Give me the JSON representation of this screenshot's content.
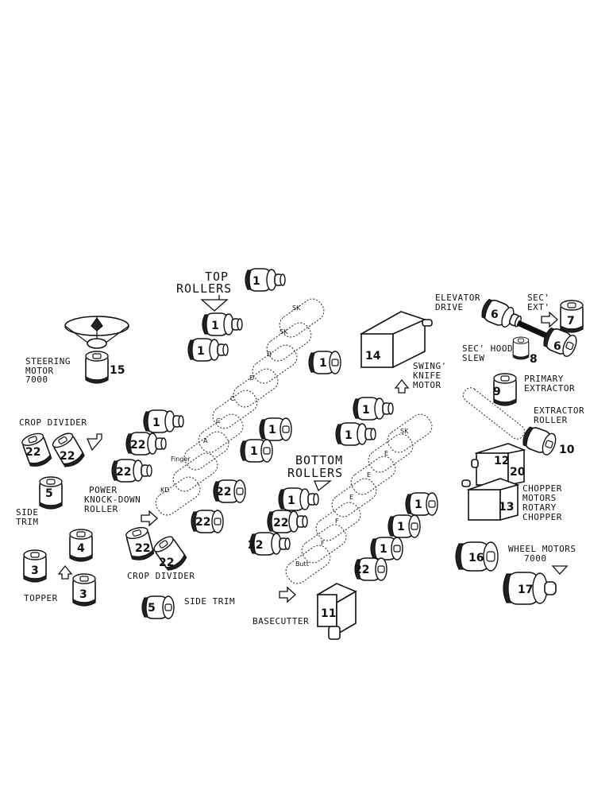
{
  "labels": {
    "top_rollers_1": "TOP",
    "top_rollers_2": "ROLLERS",
    "bottom_rollers_1": "BOTTOM",
    "bottom_rollers_2": "ROLLERS",
    "steering_1": "STEERING",
    "steering_2": "MOTOR",
    "steering_3": "7000",
    "crop_divider_top": "CROP DIVIDER",
    "crop_divider_bottom": "CROP DIVIDER",
    "side_trim_1": "SIDE",
    "side_trim_2": "TRIM",
    "side_trim_bottom": "SIDE TRIM",
    "power_kd_1": "POWER",
    "power_kd_2": "KNOCK-DOWN",
    "power_kd_3": "ROLLER",
    "topper": "TOPPER",
    "basecutter": "BASECUTTER",
    "elevator_1": "ELEVATOR",
    "elevator_2": "DRIVE",
    "sec_ext_1": "SEC'",
    "sec_ext_2": "EXT'",
    "sec_hood_1": "SEC' HOOD",
    "sec_hood_2": "SLEW",
    "primary_1": "PRIMARY",
    "primary_2": "EXTRACTOR",
    "extractor_roller_1": "EXTRACTOR",
    "extractor_roller_2": "ROLLER",
    "swing_1": "SWING'",
    "swing_2": "KNIFE",
    "swing_3": "MOTOR",
    "chopper_1": "CHOPPER",
    "chopper_2": "MOTORS",
    "chopper_3": "ROTARY",
    "chopper_4": "CHOPPER",
    "wheel_1": "WHEEL MOTORS",
    "wheel_2": "7000"
  },
  "roller_labels": {
    "sk1": "SK",
    "sk2": "SK",
    "d1": "D",
    "d2": "D",
    "c1": "C",
    "c2": "C",
    "a": "A",
    "finger": "Finger",
    "kd": "KD",
    "sk3": "SK",
    "e1": "E",
    "e2": "E",
    "e3": "E",
    "f1": "F",
    "f2": "F",
    "butt": "Butt"
  },
  "numbers": {
    "n1a": "1",
    "n1b": "1",
    "n1c": "1",
    "n1d": "1",
    "n1e": "1",
    "n1f": "1",
    "n1g": "1",
    "n1h": "1",
    "n1i": "1",
    "n1j": "1",
    "n1k": "1",
    "n1l": "1",
    "n1m": "1",
    "n1n": "1",
    "n3a": "3",
    "n3b": "3",
    "n4": "4",
    "n5a": "5",
    "n5b": "5",
    "n6a": "6",
    "n6b": "6",
    "n7": "7",
    "n8": "8",
    "n9": "9",
    "n10": "10",
    "n11": "11",
    "n12": "12",
    "n13": "13",
    "n14": "14",
    "n15": "15",
    "n16": "16",
    "n17": "17",
    "n20": "20",
    "n22a": "22",
    "n22b": "22",
    "n22c": "22",
    "n22d": "22",
    "n22e": "22",
    "n22f": "22",
    "n22g": "22",
    "n22h": "22",
    "n22i": "22",
    "n22j": "22",
    "n22k": "22",
    "n22l": "22"
  }
}
